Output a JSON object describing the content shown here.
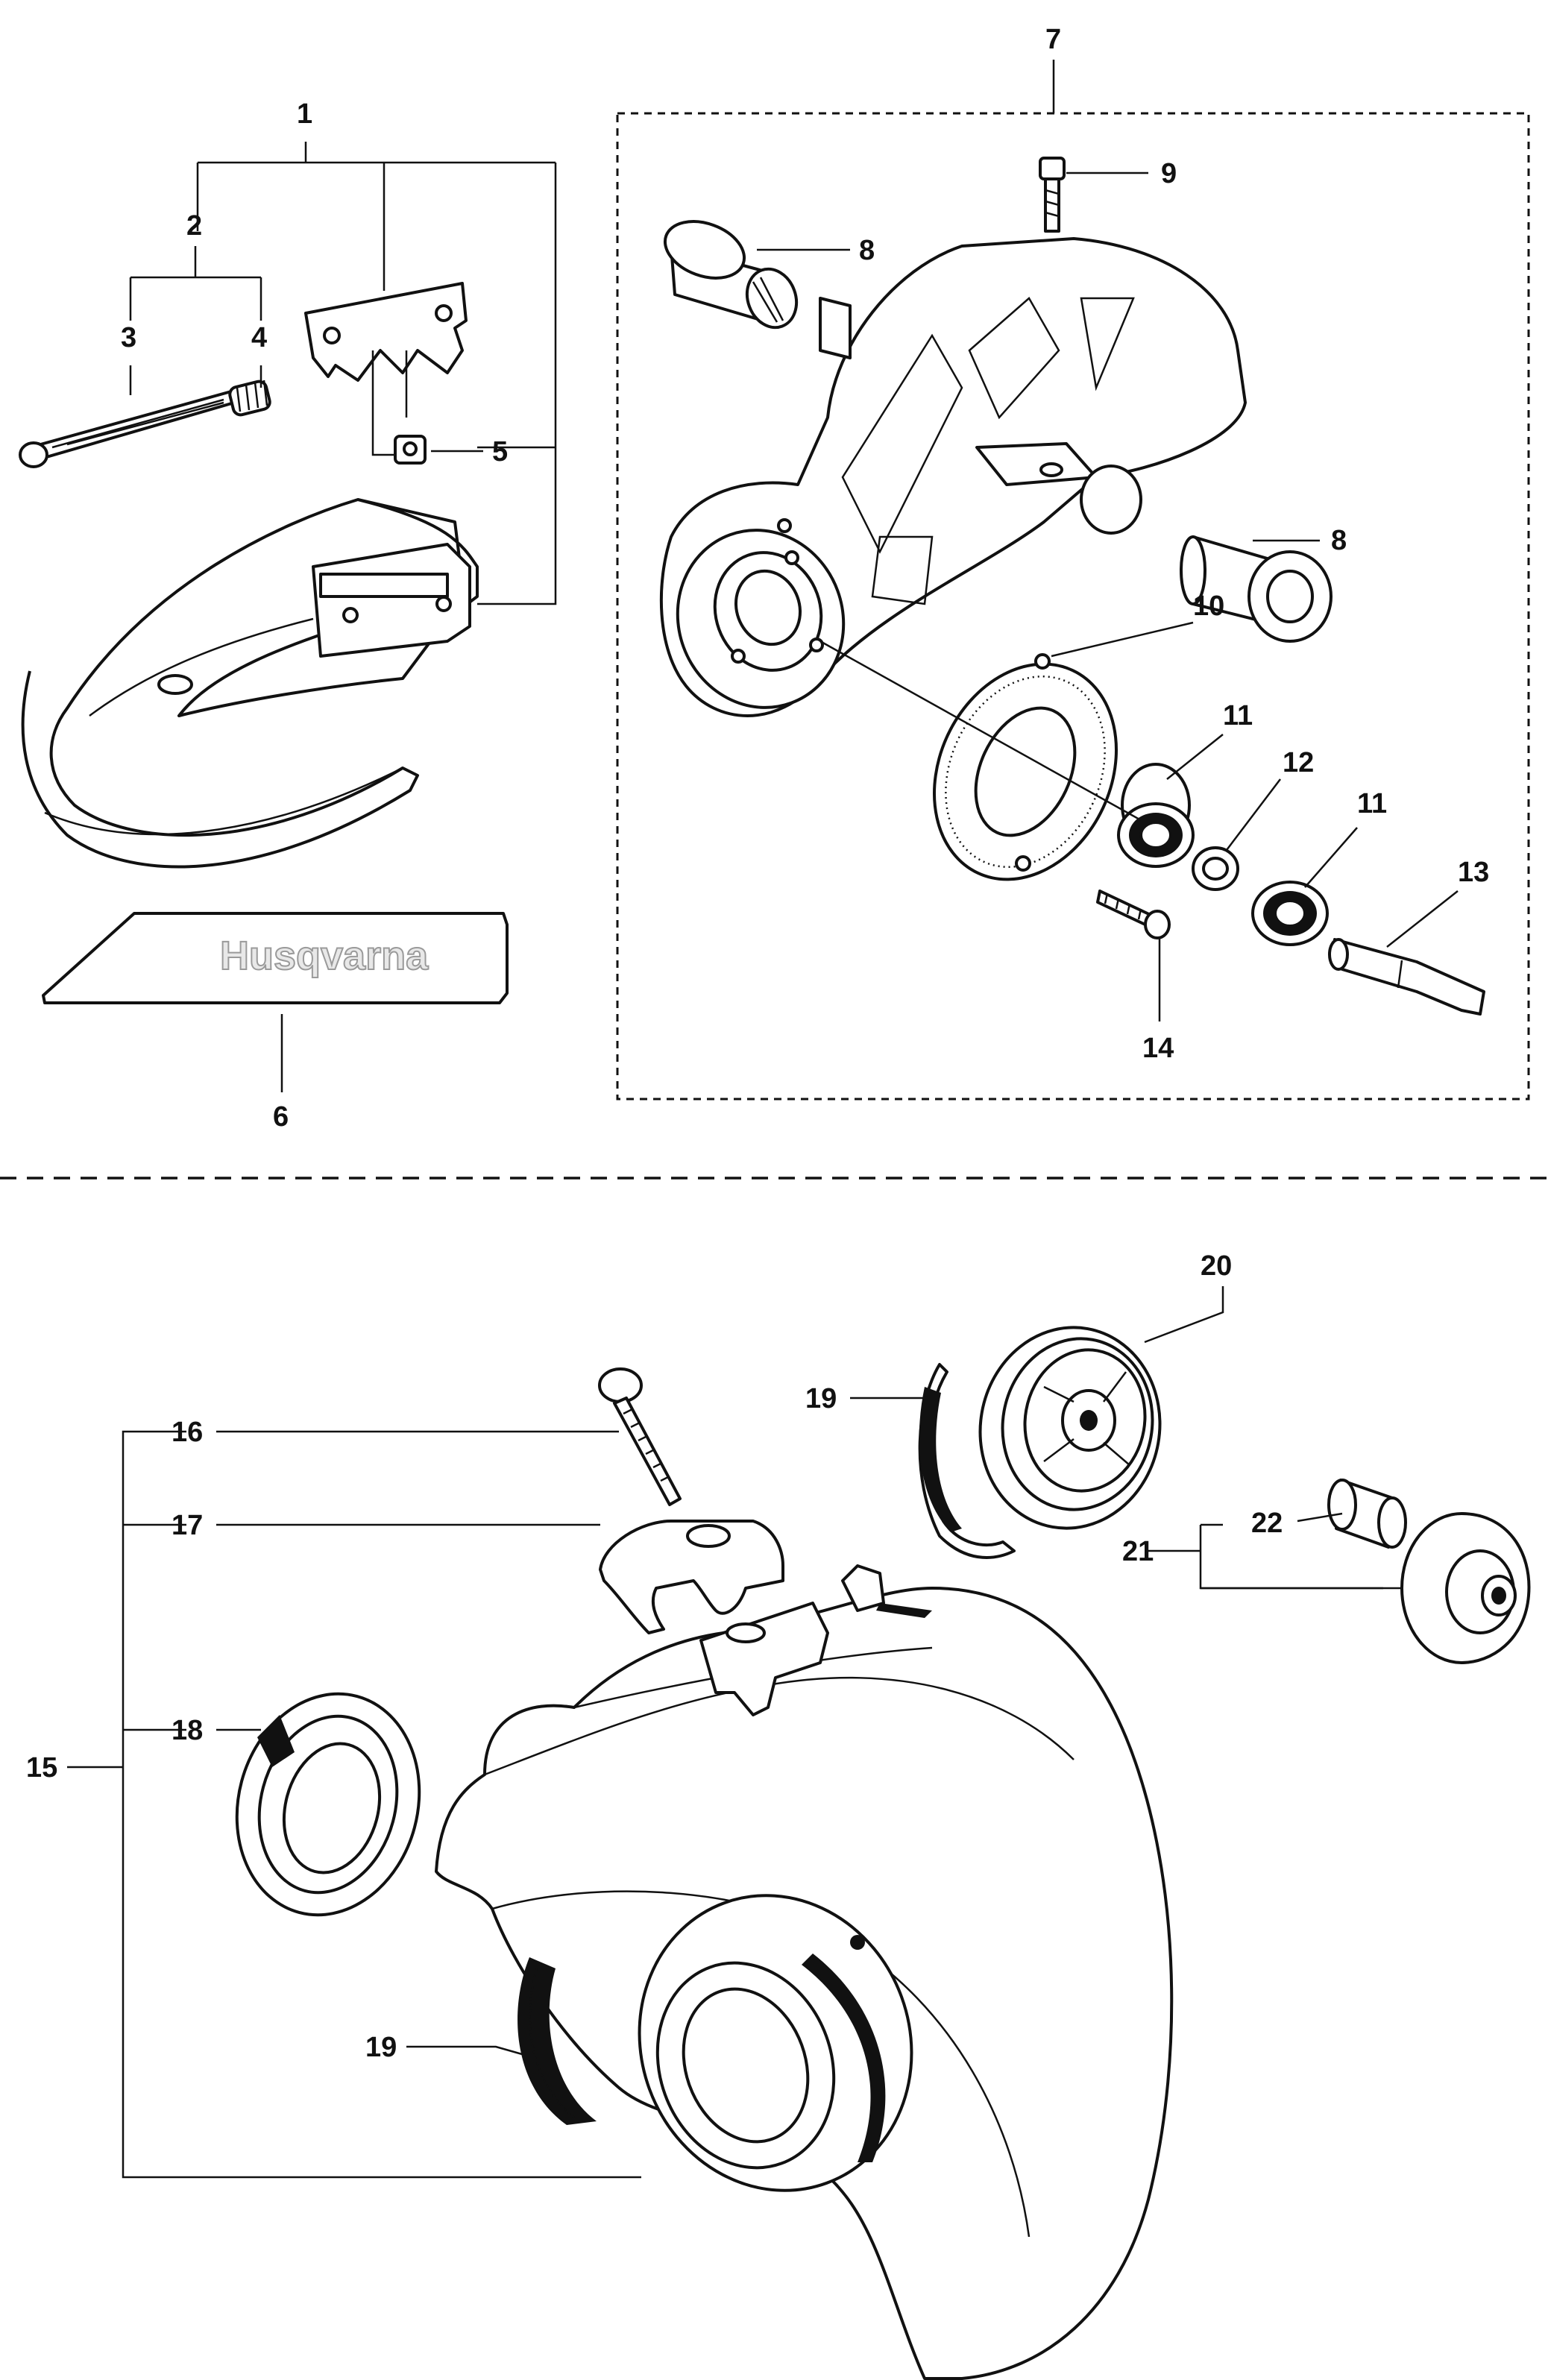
{
  "brand_logo": "Husqvarna",
  "callouts": [
    "1",
    "2",
    "3",
    "4",
    "5",
    "6",
    "7",
    "8",
    "9",
    "10",
    "11",
    "12",
    "13",
    "14",
    "15",
    "16",
    "17",
    "18",
    "19",
    "20",
    "21",
    "22"
  ]
}
